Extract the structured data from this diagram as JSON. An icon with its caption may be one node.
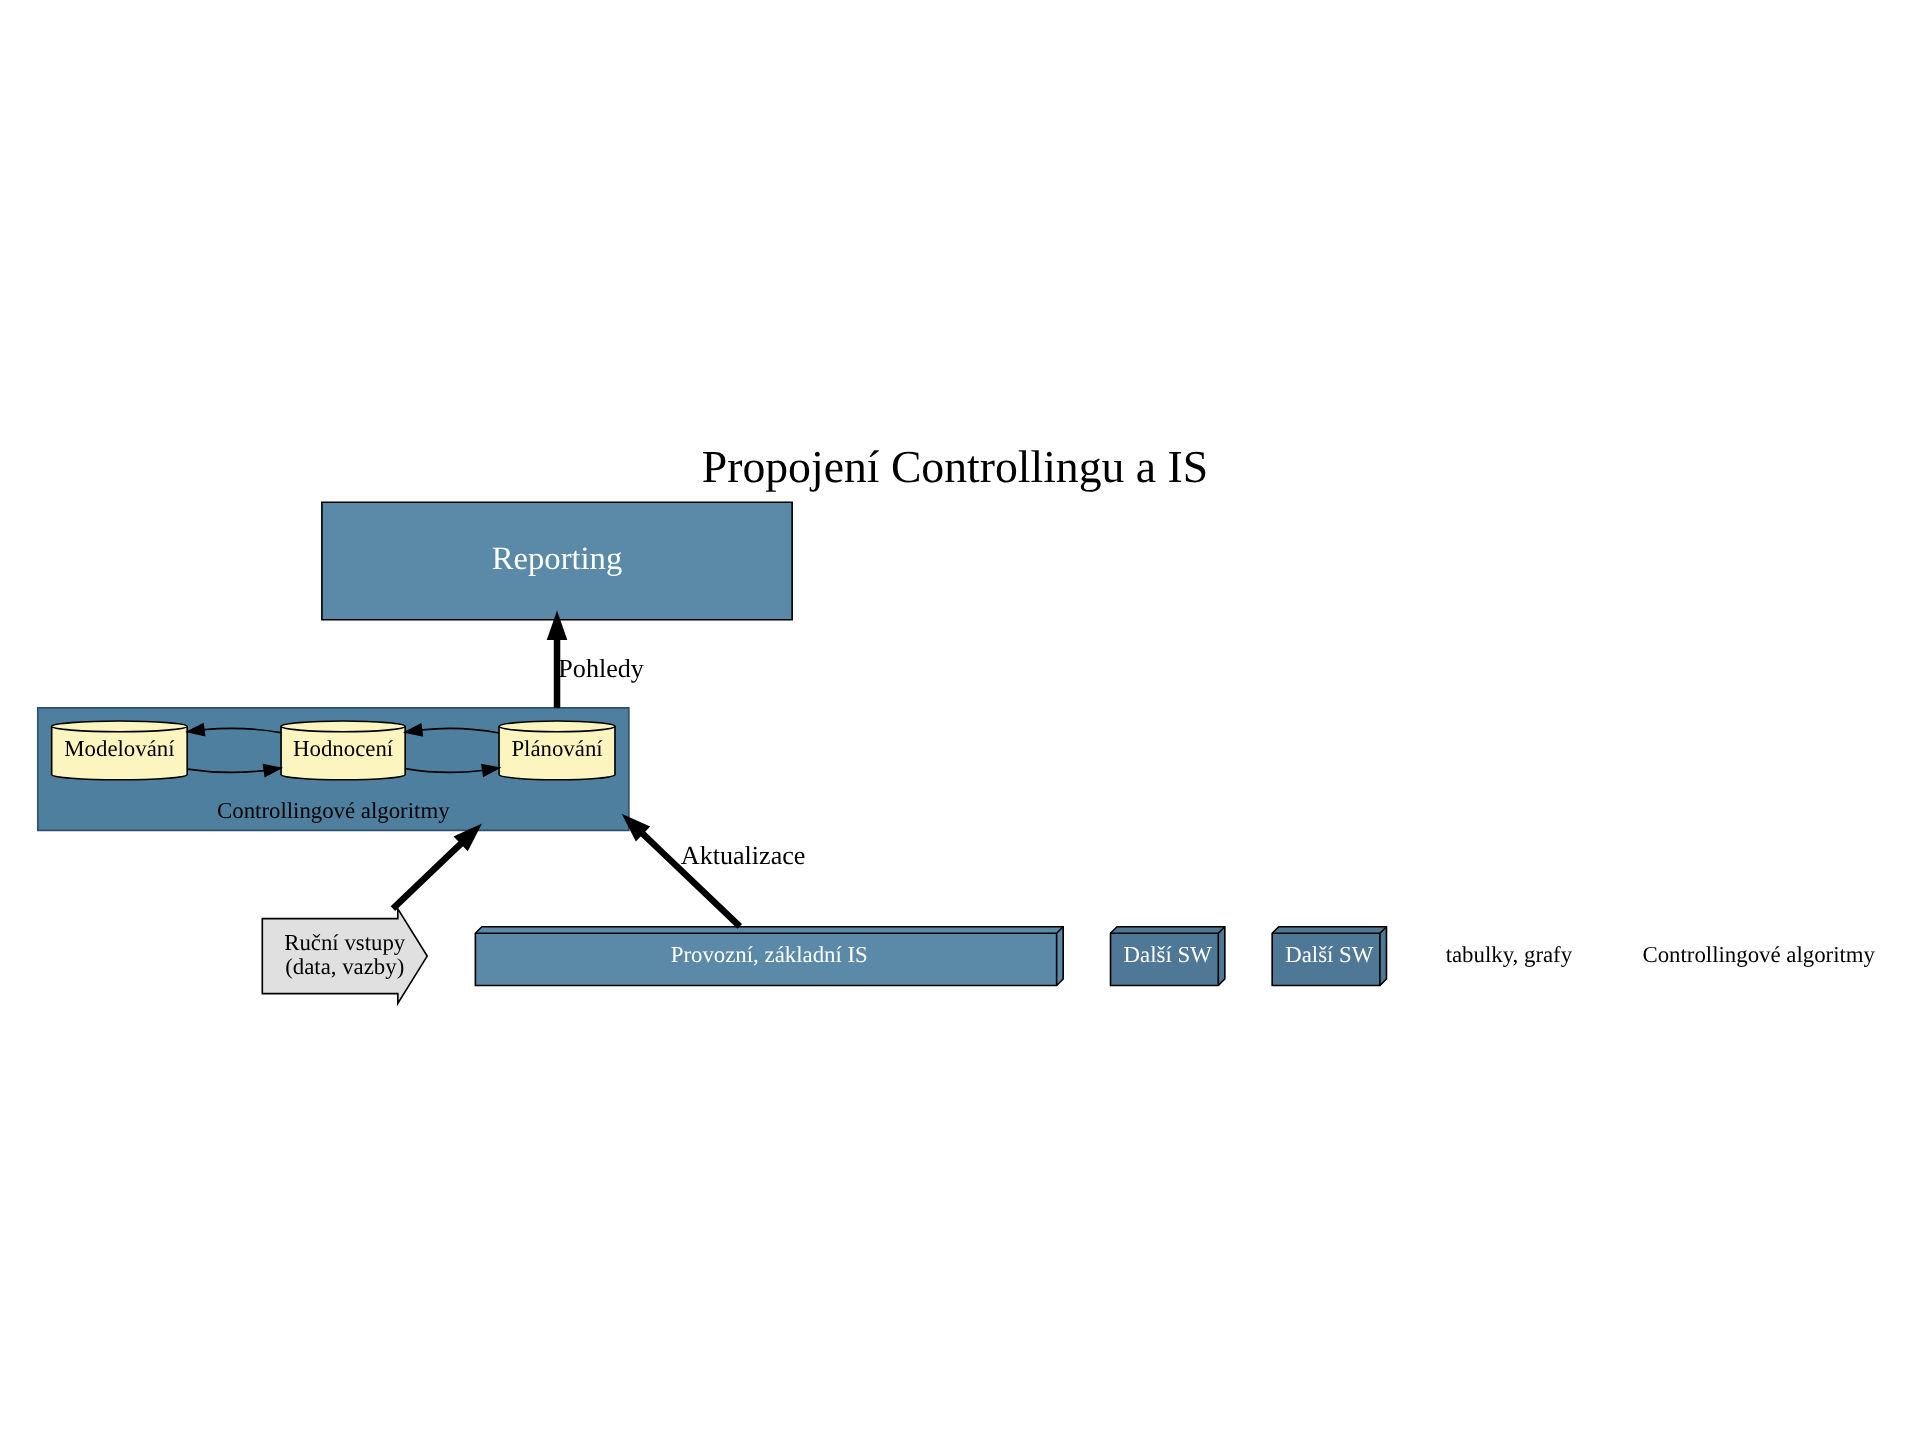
{
  "diagram": {
    "title": "Propojení Controllingu a IS",
    "nodes": [
      {
        "text": [
          "Reporting"
        ]
      },
      {
        "text": [
          "Controllingové algoritmy"
        ]
      },
      {
        "text": [
          "Plánování"
        ],
        "in": 1
      },
      {
        "text": [
          "Hodnocení"
        ],
        "in": 1
      },
      {
        "text": [
          "Modelování"
        ],
        "in": 1
      },
      {
        "text": [
          "Ruční vstupy",
          "(data, vazby)"
        ]
      },
      {
        "text": [
          "Provozní, základní IS"
        ]
      },
      {
        "text": [
          "Další SW"
        ]
      },
      {
        "text": [
          "Další SW"
        ]
      }
    ],
    "edges": [
      {
        "from": 1,
        "to": 0,
        "arrow": "to",
        "label": "Pohledy",
        "style": "thick"
      },
      {
        "from": 2,
        "to": 3,
        "arrow": "to"
      },
      {
        "from": 3,
        "to": 2,
        "arrow": "to"
      },
      {
        "from": 3,
        "to": 4,
        "arrow": "to"
      },
      {
        "from": 4,
        "to": 3,
        "arrow": "to"
      },
      {
        "from": 5,
        "to": 1,
        "arrow": "to",
        "style": "thick"
      },
      {
        "from": 6,
        "to": 1,
        "arrow": "to",
        "label": "Aktualizace",
        "style": "thick"
      }
    ],
    "labels": [
      "tabulky, grafy",
      "Controllingové algoritmy"
    ]
  }
}
